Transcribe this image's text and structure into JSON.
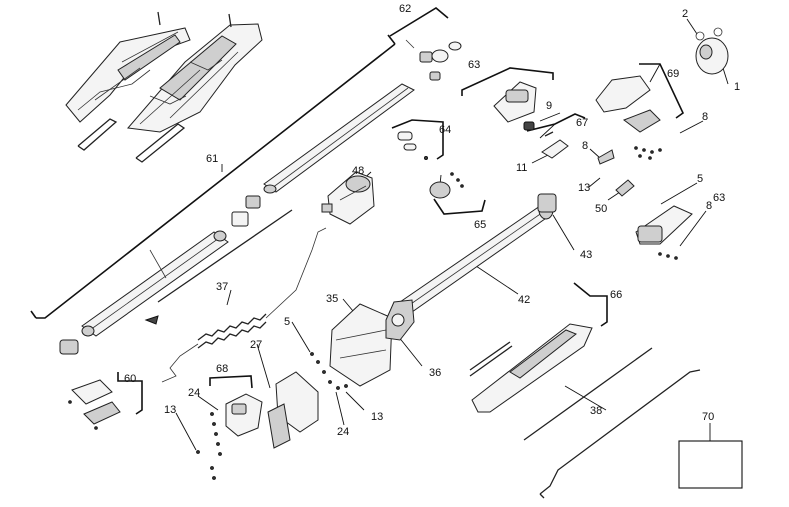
{
  "callouts": {
    "c1": "1",
    "c2": "2",
    "c5a": "5",
    "c5b": "5",
    "c8a": "8",
    "c8b": "8",
    "c8c": "8",
    "c9": "9",
    "c11": "11",
    "c13a": "13",
    "c13b": "13",
    "c13c": "13",
    "c24a": "24",
    "c24b": "24",
    "c27": "27",
    "c35": "35",
    "c36": "36",
    "c37": "37",
    "c38": "38",
    "c42": "42",
    "c43": "43",
    "c48": "48",
    "c50": "50",
    "c60": "60",
    "c61": "61",
    "c62": "62",
    "c63a": "63",
    "c63b": "63",
    "c64": "64",
    "c65": "65",
    "c66": "66",
    "c67": "67",
    "c68": "68",
    "c69": "69",
    "c70": "70"
  }
}
